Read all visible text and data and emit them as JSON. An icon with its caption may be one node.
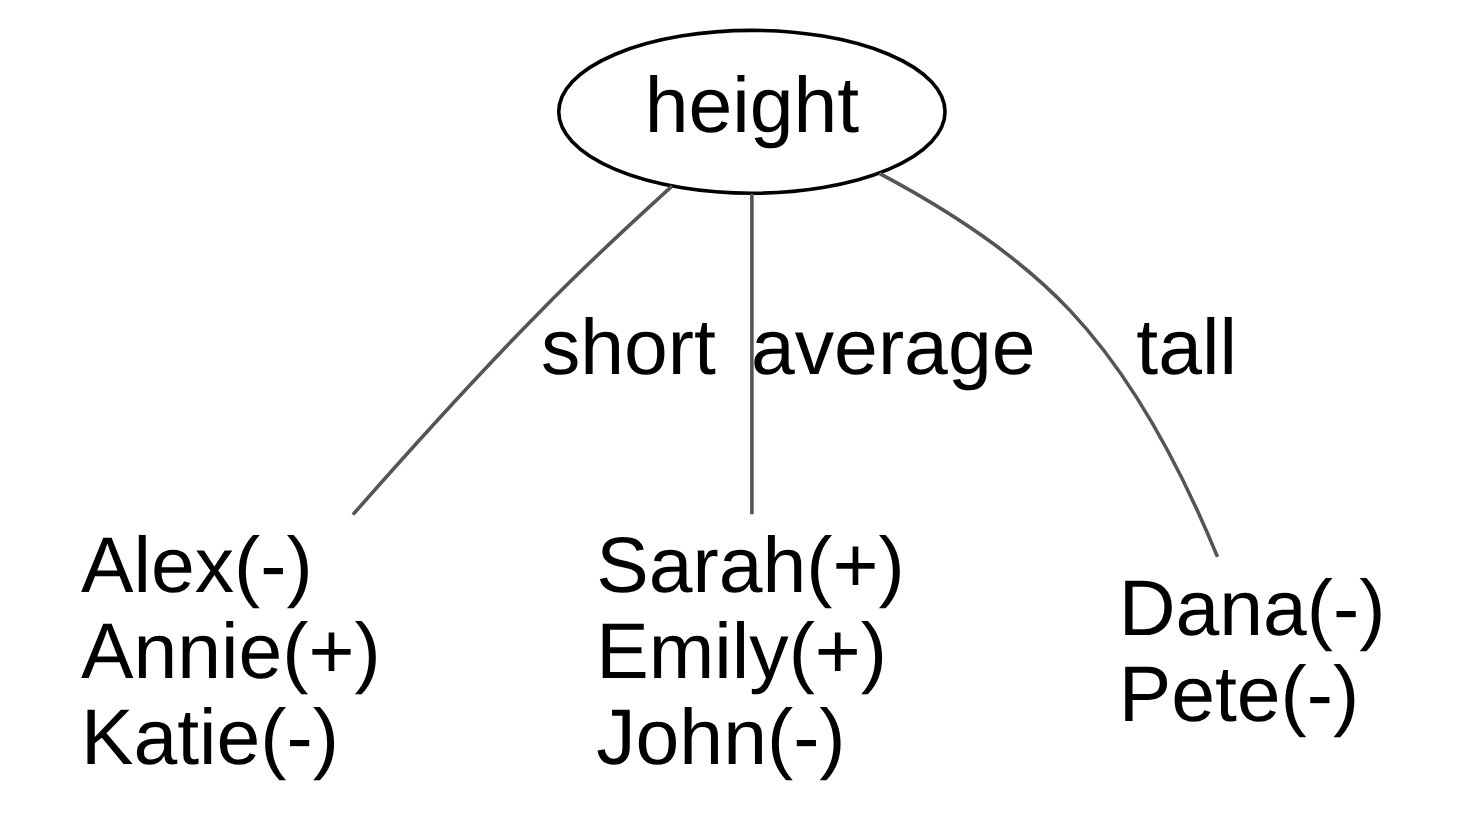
{
  "diagram": {
    "nodes": [
      {
        "text": [
          "height"
        ]
      },
      {
        "text": [
          "Alex(-)",
          "Annie(+)",
          "Katie(-)"
        ]
      },
      {
        "text": [
          "Sarah(+)",
          "Emily(+)",
          "John(-)"
        ]
      },
      {
        "text": [
          "Dana(-)",
          "Pete(-)"
        ]
      }
    ],
    "edges": [
      {
        "from": 0,
        "to": 1,
        "arrow": "none",
        "label": "short"
      },
      {
        "from": 0,
        "to": 2,
        "arrow": "none",
        "label": "average"
      },
      {
        "from": 0,
        "to": 3,
        "arrow": "none",
        "label": "tall"
      }
    ]
  }
}
